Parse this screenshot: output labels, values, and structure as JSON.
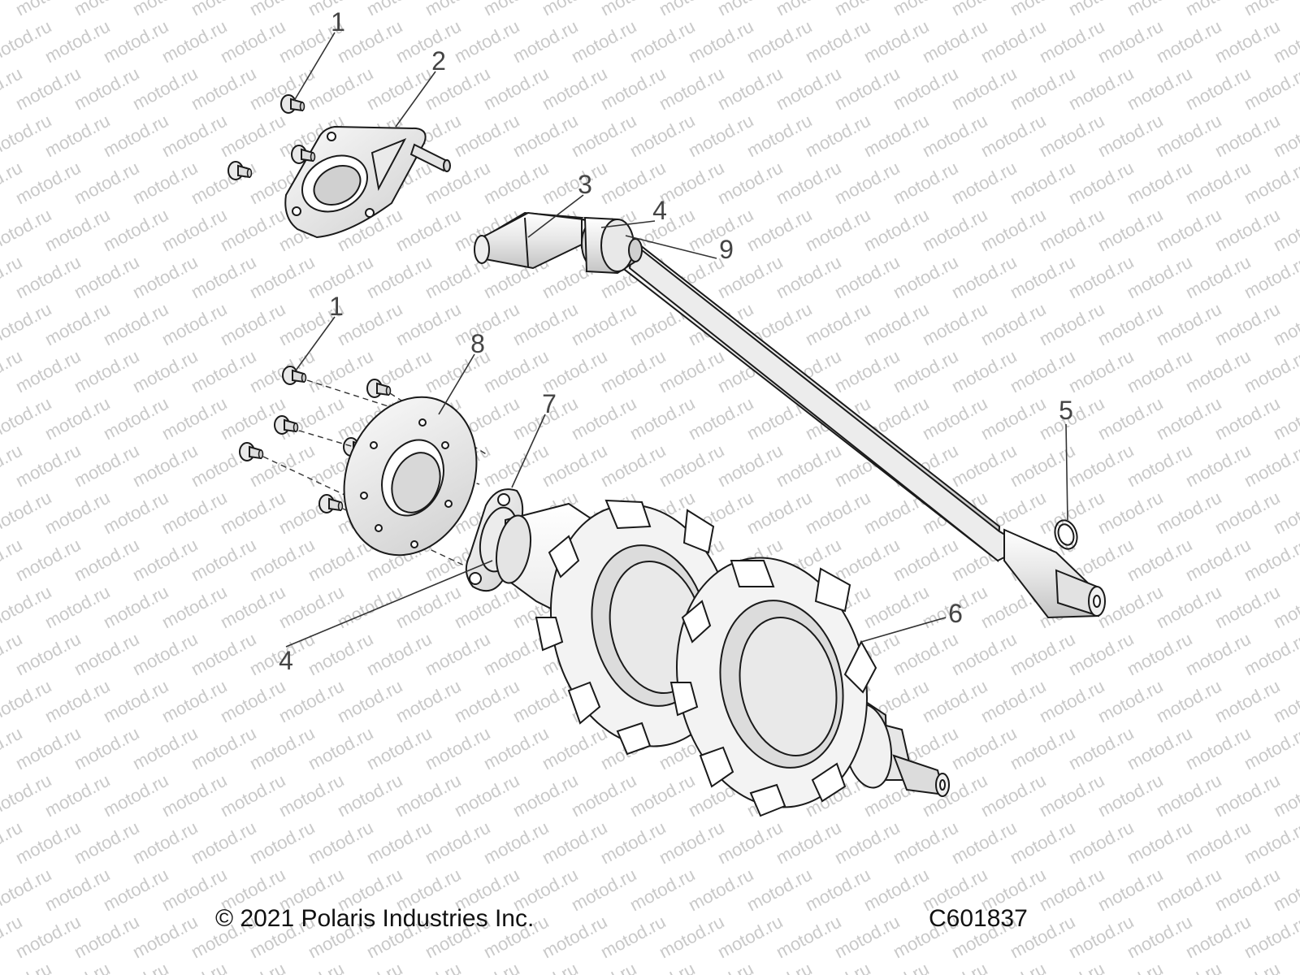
{
  "watermark": {
    "text": "motod.ru"
  },
  "callouts": {
    "c1a": "1",
    "c2": "2",
    "c3": "3",
    "c4a": "4",
    "c9": "9",
    "c1b": "1",
    "c8": "8",
    "c7": "7",
    "c5": "5",
    "c6": "6",
    "c4b": "4"
  },
  "footer": {
    "copyright": "© 2021 Polaris Industries Inc.",
    "drawing_id": "C601837"
  }
}
